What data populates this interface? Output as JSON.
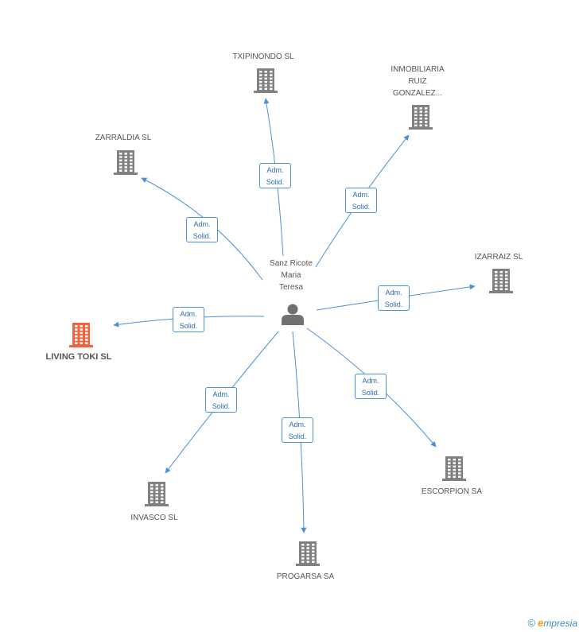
{
  "center": {
    "name_lines": [
      "Sanz Ricote",
      "Maria",
      "Teresa"
    ],
    "icon": "person-icon"
  },
  "edge_label": [
    "Adm.",
    "Solid."
  ],
  "nodes": [
    {
      "id": "txipinondo",
      "label_lines": [
        "TXIPINONDO SL"
      ],
      "highlight": false,
      "icon": "building-icon"
    },
    {
      "id": "inmobiliaria",
      "label_lines": [
        "INMOBILIARIA",
        "RUIZ",
        "GONZALEZ..."
      ],
      "highlight": false,
      "icon": "building-icon"
    },
    {
      "id": "zarraldia",
      "label_lines": [
        "ZARRALDIA SL"
      ],
      "highlight": false,
      "icon": "building-icon"
    },
    {
      "id": "izarraiz",
      "label_lines": [
        "IZARRAIZ SL"
      ],
      "highlight": false,
      "icon": "building-icon"
    },
    {
      "id": "living-toki",
      "label_lines": [
        "LIVING TOKI SL"
      ],
      "highlight": true,
      "icon": "building-icon"
    },
    {
      "id": "escorpion",
      "label_lines": [
        "ESCORPION SA"
      ],
      "highlight": false,
      "icon": "building-icon"
    },
    {
      "id": "invasco",
      "label_lines": [
        "INVASCO SL"
      ],
      "highlight": false,
      "icon": "building-icon"
    },
    {
      "id": "progarsa",
      "label_lines": [
        "PROGARSA SA"
      ],
      "highlight": false,
      "icon": "building-icon"
    }
  ],
  "colors": {
    "edge": "#4a90d9",
    "building": "#808080",
    "building_highlight": "#f0643c",
    "person": "#707070"
  },
  "footer": {
    "copyright": "©",
    "brand_initial": "e",
    "brand_rest": "mpresia"
  }
}
